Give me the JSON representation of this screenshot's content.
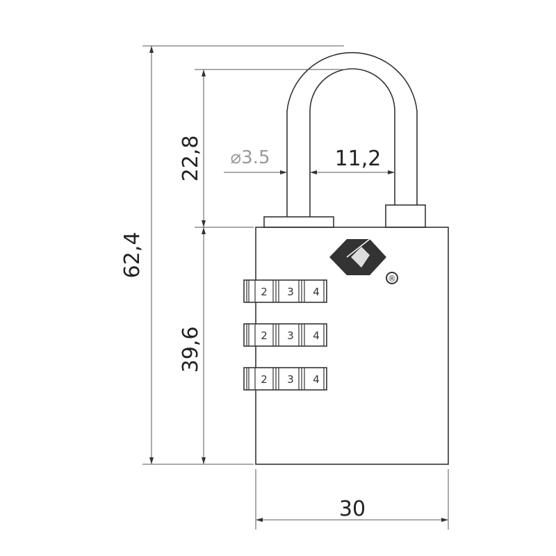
{
  "dimensions": {
    "total_height": "62,4",
    "shackle_clearance": "22,8",
    "body_height": "39,6",
    "body_width": "30",
    "shackle_inner_width": "11,2",
    "shackle_diameter": "⌀3.5"
  },
  "dials": [
    {
      "digits": [
        "2",
        "3",
        "4"
      ]
    },
    {
      "digits": [
        "2",
        "3",
        "4"
      ]
    },
    {
      "digits": [
        "2",
        "3",
        "4"
      ]
    }
  ],
  "logo": {
    "mark": "®"
  }
}
